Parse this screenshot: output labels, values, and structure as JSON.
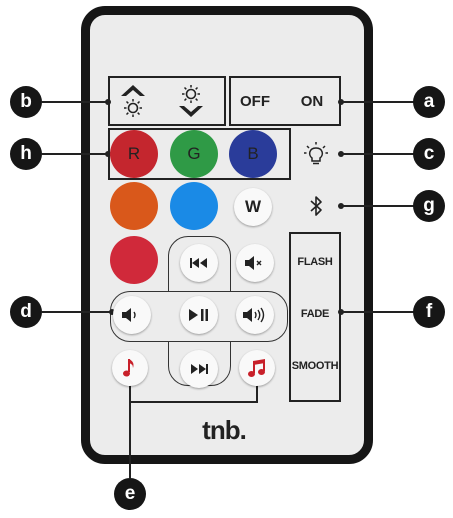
{
  "buttons": {
    "off": "OFF",
    "on": "ON",
    "red": "R",
    "green": "G",
    "blue": "B",
    "white": "W",
    "flash": "FLASH",
    "fade": "FADE",
    "smooth": "SMOOTH"
  },
  "brand": "tnb.",
  "labels": {
    "a": "a",
    "b": "b",
    "c": "c",
    "d": "d",
    "e": "e",
    "f": "f",
    "g": "g",
    "h": "h"
  },
  "colors": {
    "red": "#c4262e",
    "green": "#2f9a46",
    "blue": "#2a3c9a",
    "orange": "#d9581b",
    "light_blue": "#1a8ae6",
    "crimson": "#d0293a",
    "note": "#c8202a"
  },
  "icons": [
    "brightness-up-icon",
    "brightness-down-icon",
    "bulb-icon",
    "bluetooth-icon",
    "mute-icon",
    "previous-icon",
    "play-pause-icon",
    "next-icon",
    "volume-down-icon",
    "volume-up-icon",
    "music-note-icon",
    "music-notes-icon"
  ]
}
